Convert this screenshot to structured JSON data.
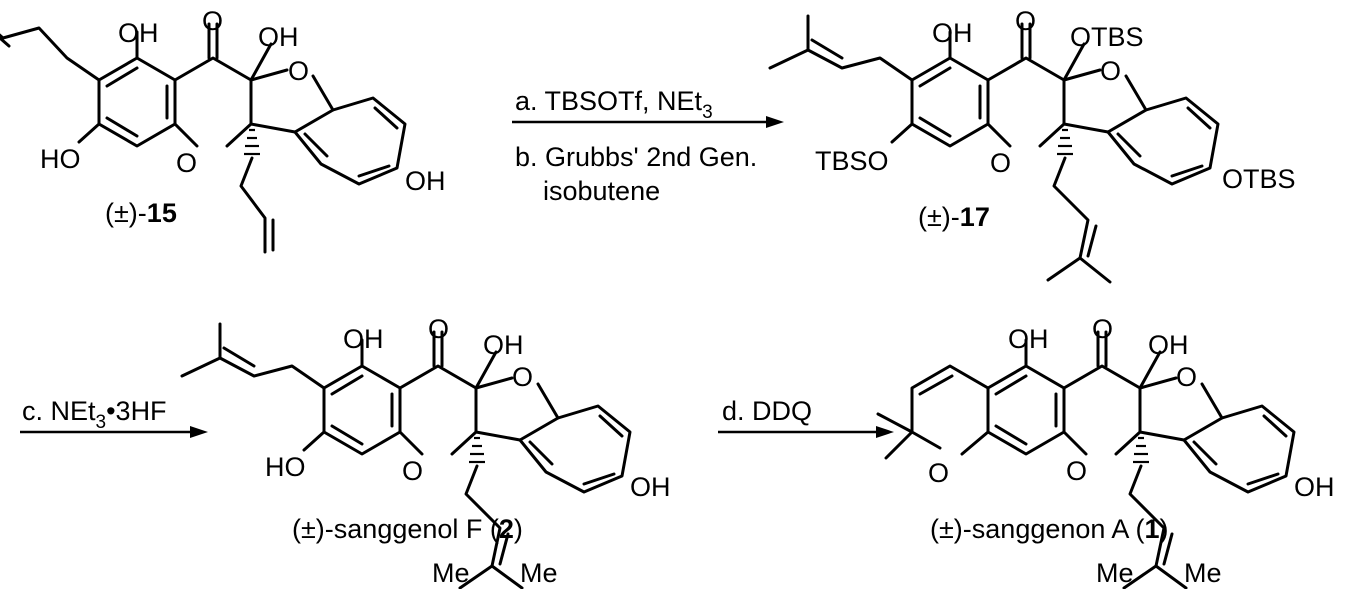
{
  "compounds": {
    "c15": {
      "prefix": "(±)-",
      "number": "15"
    },
    "c17": {
      "prefix": "(±)-",
      "number": "17"
    },
    "c2": {
      "name": "(±)-sanggenol F (",
      "number": "2",
      "suffix": ")"
    },
    "c1": {
      "name": "(±)-sanggenon A (",
      "number": "1",
      "suffix": ")"
    }
  },
  "atom_labels": {
    "OH": "OH",
    "O": "O",
    "HO": "HO",
    "OTBS": "OTBS",
    "TBSO": "TBSO",
    "Me": "Me"
  },
  "steps": {
    "a": "a. TBSOTf, NEt",
    "a_sub": "3",
    "b1": "b. Grubbs' 2nd Gen.",
    "b2": "isobutene",
    "c": "c. NEt",
    "c_sub": "3",
    "c_tail": "•3HF",
    "d": "d. DDQ"
  }
}
